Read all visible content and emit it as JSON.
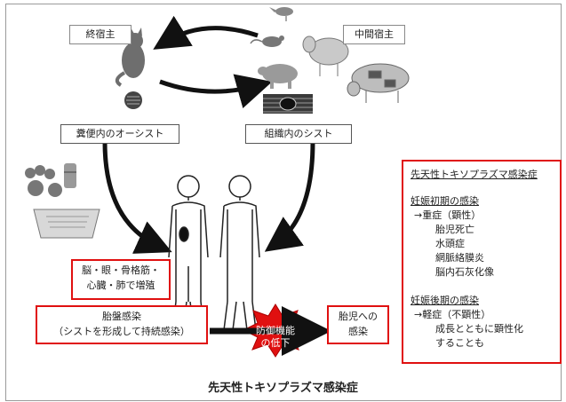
{
  "hosts": {
    "definitive": "終宿主",
    "intermediate": "中間宿主"
  },
  "labels": {
    "oocyst": "糞便内のオーシスト",
    "cyst": "組織内のシスト",
    "organs_line1": "脳・眼・骨格筋・",
    "organs_line2": "心臓・肺で増殖",
    "placenta_line1": "胎盤感染",
    "placenta_line2": "（シストを形成して持続感染）",
    "defense_line1": "防御機能",
    "defense_line2": "の低下",
    "fetus_line1": "胎児への",
    "fetus_line2": "感染"
  },
  "panel": {
    "heading": "先天性トキソプラズマ感染症",
    "early_heading": "妊娠初期の感染",
    "early_severity": "→重症（顕性）",
    "early_items": [
      "胎児死亡",
      "水頭症",
      "網脈絡膜炎",
      "脳内石灰化像"
    ],
    "late_heading": "妊娠後期の感染",
    "late_severity": "→軽症（不顕性）",
    "late_items": [
      "成長とともに顕性化",
      "することも"
    ]
  },
  "title": "先天性トキソプラズマ感染症",
  "colors": {
    "accent": "#e01010",
    "burst": "#e01010",
    "arrow": "#111111"
  }
}
